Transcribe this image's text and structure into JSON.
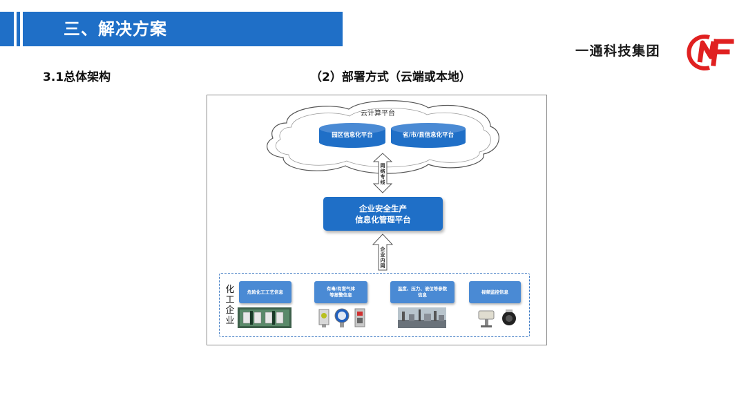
{
  "header": {
    "banner_title": "三、解决方案",
    "company_name": "一通科技集团",
    "logo_text": "NF"
  },
  "section_title": "3.1总体架构",
  "subtitle": "（2）部署方式（云端或本地）",
  "diagram": {
    "cloud": {
      "label": "云计算平台",
      "platforms": [
        "园区信息化平台",
        "省/市/县信息化平台"
      ]
    },
    "link_top": "网络专线",
    "central_platform": {
      "line1": "企业安全生产",
      "line2": "信息化管理平台"
    },
    "link_bottom": "企业内网",
    "enterprise": {
      "label": "化工企业",
      "sources": [
        {
          "line1": "危险化工工艺信息",
          "line2": "",
          "image": "control-panel-image"
        },
        {
          "line1": "有毒/有害气体",
          "line2": "等报警信息",
          "image": "gas-detector-image"
        },
        {
          "line1": "温度、压力、液位等参数",
          "line2": "信息",
          "image": "chemical-plant-image"
        },
        {
          "line1": "视频监控信息",
          "line2": "",
          "image": "surveillance-camera-image"
        }
      ]
    }
  },
  "colors": {
    "primary_blue": "#1f6fc7",
    "light_blue": "#4a8ad4",
    "logo_red": "#e02020",
    "cloud_fill": "#ffffff"
  }
}
